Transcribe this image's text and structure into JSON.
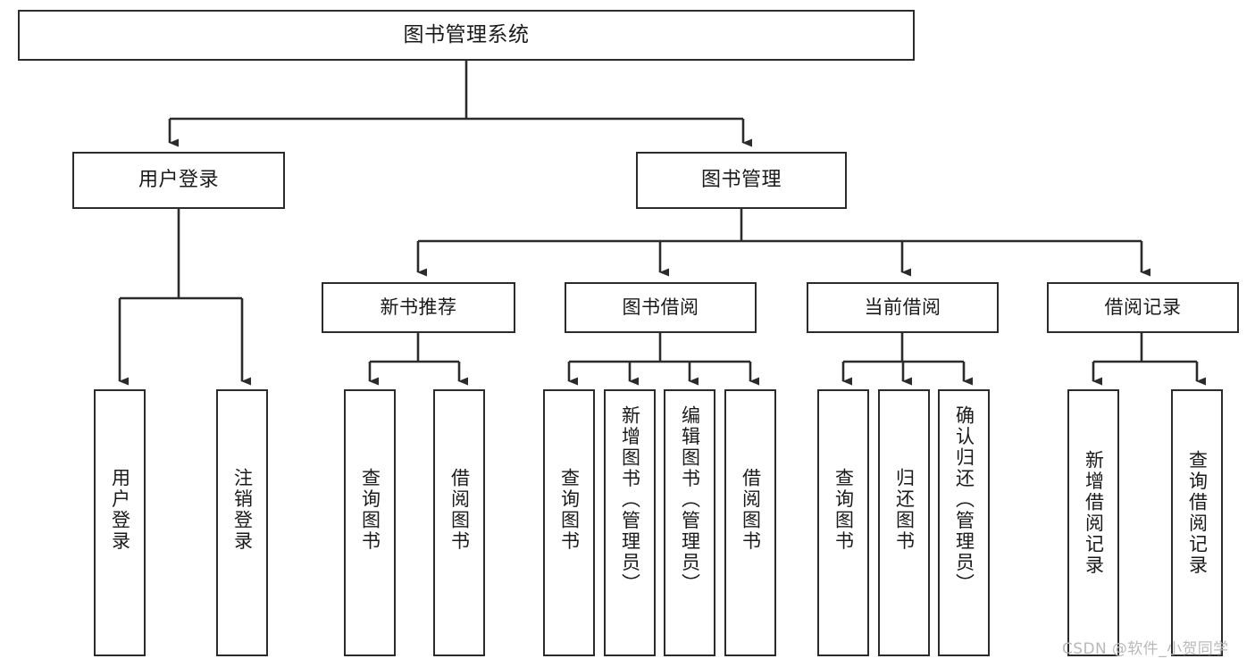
{
  "diagram": {
    "title": "图书管理系统",
    "type": "tree-hierarchy",
    "root": {
      "id": "root",
      "label": "图书管理系统"
    },
    "level1": [
      {
        "id": "user-login",
        "label": "用户登录"
      },
      {
        "id": "book-manage",
        "label": "图书管理"
      }
    ],
    "level2": [
      {
        "id": "new-book-rec",
        "label": "新书推荐",
        "parent": "book-manage"
      },
      {
        "id": "book-borrow",
        "label": "图书借阅",
        "parent": "book-manage"
      },
      {
        "id": "current-borrow",
        "label": "当前借阅",
        "parent": "book-manage"
      },
      {
        "id": "borrow-record",
        "label": "借阅记录",
        "parent": "book-manage"
      }
    ],
    "leaves": [
      {
        "id": "leaf-user-login",
        "label": "用户登录",
        "parent": "user-login"
      },
      {
        "id": "leaf-logout-login",
        "label": "注销登录",
        "parent": "user-login"
      },
      {
        "id": "leaf-query-book-1",
        "label": "查询图书",
        "parent": "new-book-rec"
      },
      {
        "id": "leaf-borrow-book-1",
        "label": "借阅图书",
        "parent": "new-book-rec"
      },
      {
        "id": "leaf-query-book-2",
        "label": "查询图书",
        "parent": "book-borrow"
      },
      {
        "id": "leaf-add-book",
        "label": "新增图书（管理员）",
        "parent": "book-borrow"
      },
      {
        "id": "leaf-edit-book",
        "label": "编辑图书（管理员）",
        "parent": "book-borrow"
      },
      {
        "id": "leaf-borrow-book-2",
        "label": "借阅图书",
        "parent": "book-borrow"
      },
      {
        "id": "leaf-query-book-3",
        "label": "查询图书",
        "parent": "current-borrow"
      },
      {
        "id": "leaf-return-book",
        "label": "归还图书",
        "parent": "current-borrow"
      },
      {
        "id": "leaf-confirm-return",
        "label": "确认归还（管理员）",
        "parent": "current-borrow"
      },
      {
        "id": "leaf-add-record",
        "label": "新增借阅记录",
        "parent": "borrow-record"
      },
      {
        "id": "leaf-query-record",
        "label": "查询借阅记录",
        "parent": "borrow-record"
      }
    ]
  },
  "watermark": {
    "text": "CSDN @软件_小贺同学"
  },
  "colors": {
    "stroke": "#2b2b2b",
    "fill": "#ffffff",
    "text": "#1a1a1a",
    "watermark": "#b9b9b9"
  }
}
